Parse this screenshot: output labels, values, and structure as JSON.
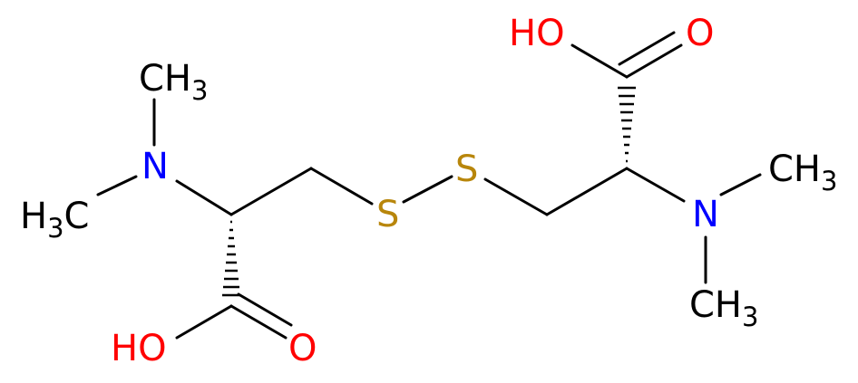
{
  "colors": {
    "bond": "#000000",
    "carbon_label": "#000000",
    "nitrogen": "#0000ff",
    "oxygen": "#ff0000",
    "sulfur": "#b8860b"
  },
  "labels": {
    "left_methyl_top": {
      "main": "CH",
      "sub": "3"
    },
    "left_methyl_left": {
      "pre": "H",
      "sub": "3",
      "post": "C"
    },
    "left_nitrogen": "N",
    "left_hydroxyl": "HO",
    "left_carbonyl_oxygen": "O",
    "sulfur_1": "S",
    "sulfur_2": "S",
    "right_hydroxyl": "HO",
    "right_carbonyl_oxygen": "O",
    "right_nitrogen": "N",
    "right_methyl_upper": {
      "main": "CH",
      "sub": "3"
    },
    "right_methyl_lower": {
      "main": "CH",
      "sub": "3"
    }
  }
}
